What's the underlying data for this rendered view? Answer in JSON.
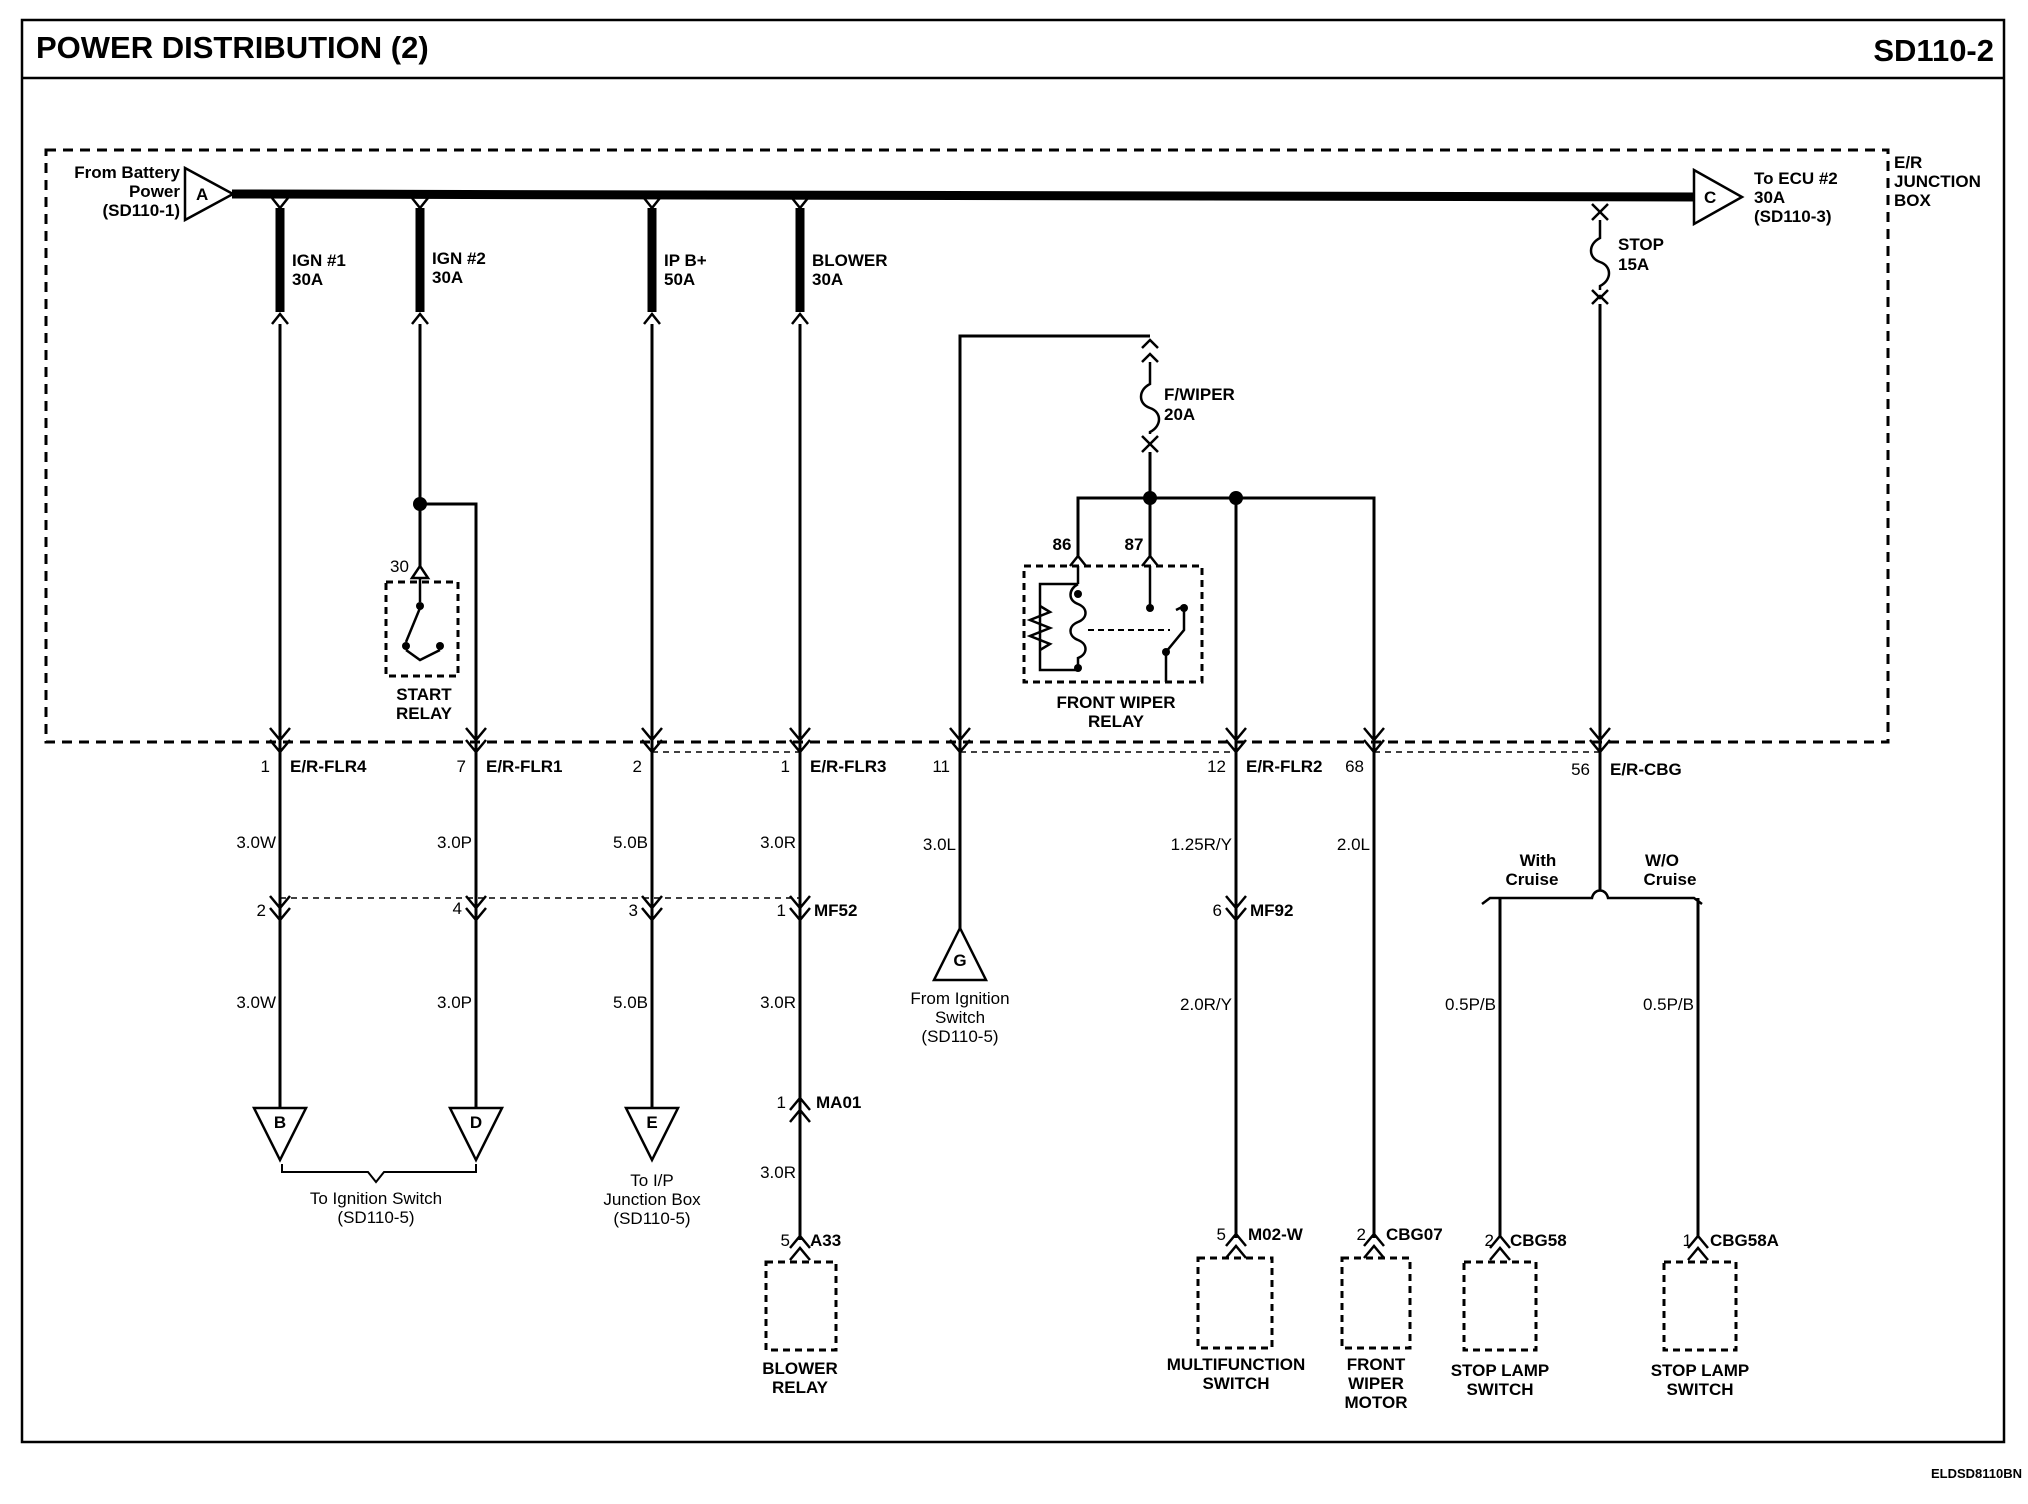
{
  "header": {
    "title": "POWER DISTRIBUTION (2)",
    "code": "SD110-2"
  },
  "footer": {
    "code": "ELDSD8110BN"
  },
  "junction_box": {
    "label": [
      "E/R",
      "JUNCTION",
      "BOX"
    ]
  },
  "battery_input": {
    "letter": "A",
    "label": [
      "From Battery",
      "Power",
      "(SD110-1)"
    ]
  },
  "ecu_output": {
    "letter": "C",
    "label": [
      "To ECU #2",
      "30A",
      "(SD110-3)"
    ]
  },
  "fuses": {
    "ign1": [
      "IGN #1",
      "30A"
    ],
    "ign2": [
      "IGN #2",
      "30A"
    ],
    "ipb": [
      "IP B+",
      "50A"
    ],
    "blower": [
      "BLOWER",
      "30A"
    ],
    "fwiper": [
      "F/WIPER",
      "20A"
    ],
    "stop": [
      "STOP",
      "15A"
    ]
  },
  "start_relay": {
    "pin": "30",
    "label": [
      "START",
      "RELAY"
    ]
  },
  "wiper_relay": {
    "pin_a": "86",
    "pin_b": "87",
    "label": [
      "FRONT WIPER",
      "RELAY"
    ]
  },
  "connector_pins": {
    "c1_pin": "1",
    "c1_name": "E/R-FLR4",
    "c2_pin": "7",
    "c2_name": "E/R-FLR1",
    "c3_pin": "2",
    "c4_pin": "1",
    "c4_name": "E/R-FLR3",
    "c5_pin": "11",
    "c6_pin": "12",
    "c6_name": "E/R-FLR2",
    "c7_pin": "68",
    "c8_pin": "56",
    "c8_name": "E/R-CBG",
    "m1_pin": "2",
    "m2_pin": "4",
    "m3_pin": "3",
    "m4_pin": "1",
    "m4_name": "MF52",
    "m6_pin": "6",
    "m6_name": "MF92",
    "ma_pin": "1",
    "ma_name": "MA01",
    "a33_pin": "5",
    "a33_name": "A33",
    "m02_pin": "5",
    "m02_name": "M02-W",
    "cbg07_pin": "2",
    "cbg07_name": "CBG07",
    "cbg58_pin": "2",
    "cbg58_name": "CBG58",
    "cbg58a_pin": "1",
    "cbg58a_name": "CBG58A"
  },
  "wires": {
    "w1a": "3.0W",
    "w1b": "3.0W",
    "w2a": "3.0P",
    "w2b": "3.0P",
    "w3a": "5.0B",
    "w3b": "5.0B",
    "w4a": "3.0R",
    "w4b": "3.0R",
    "w4c": "3.0R",
    "w5": "3.0L",
    "w6a": "1.25R/Y",
    "w6b": "2.0R/Y",
    "w7": "2.0L",
    "w8a": "0.5P/B",
    "w8b": "0.5P/B"
  },
  "branches": {
    "with": [
      "With",
      "Cruise"
    ],
    "without": [
      "W/O",
      "Cruise"
    ]
  },
  "terminals": {
    "b": "B",
    "d": "D",
    "e": "E",
    "g": "G",
    "ign_label": [
      "To Ignition Switch",
      "(SD110-5)"
    ],
    "ip_label": [
      "To I/P",
      "Junction Box",
      "(SD110-5)"
    ],
    "g_label": [
      "From Ignition",
      "Switch",
      "(SD110-5)"
    ]
  },
  "components": {
    "blower_relay": [
      "BLOWER",
      "RELAY"
    ],
    "multifunction": [
      "MULTIFUNCTION",
      "SWITCH"
    ],
    "wiper_motor": [
      "FRONT",
      "WIPER",
      "MOTOR"
    ],
    "stop_lamp1": [
      "STOP LAMP",
      "SWITCH"
    ],
    "stop_lamp2": [
      "STOP LAMP",
      "SWITCH"
    ]
  }
}
